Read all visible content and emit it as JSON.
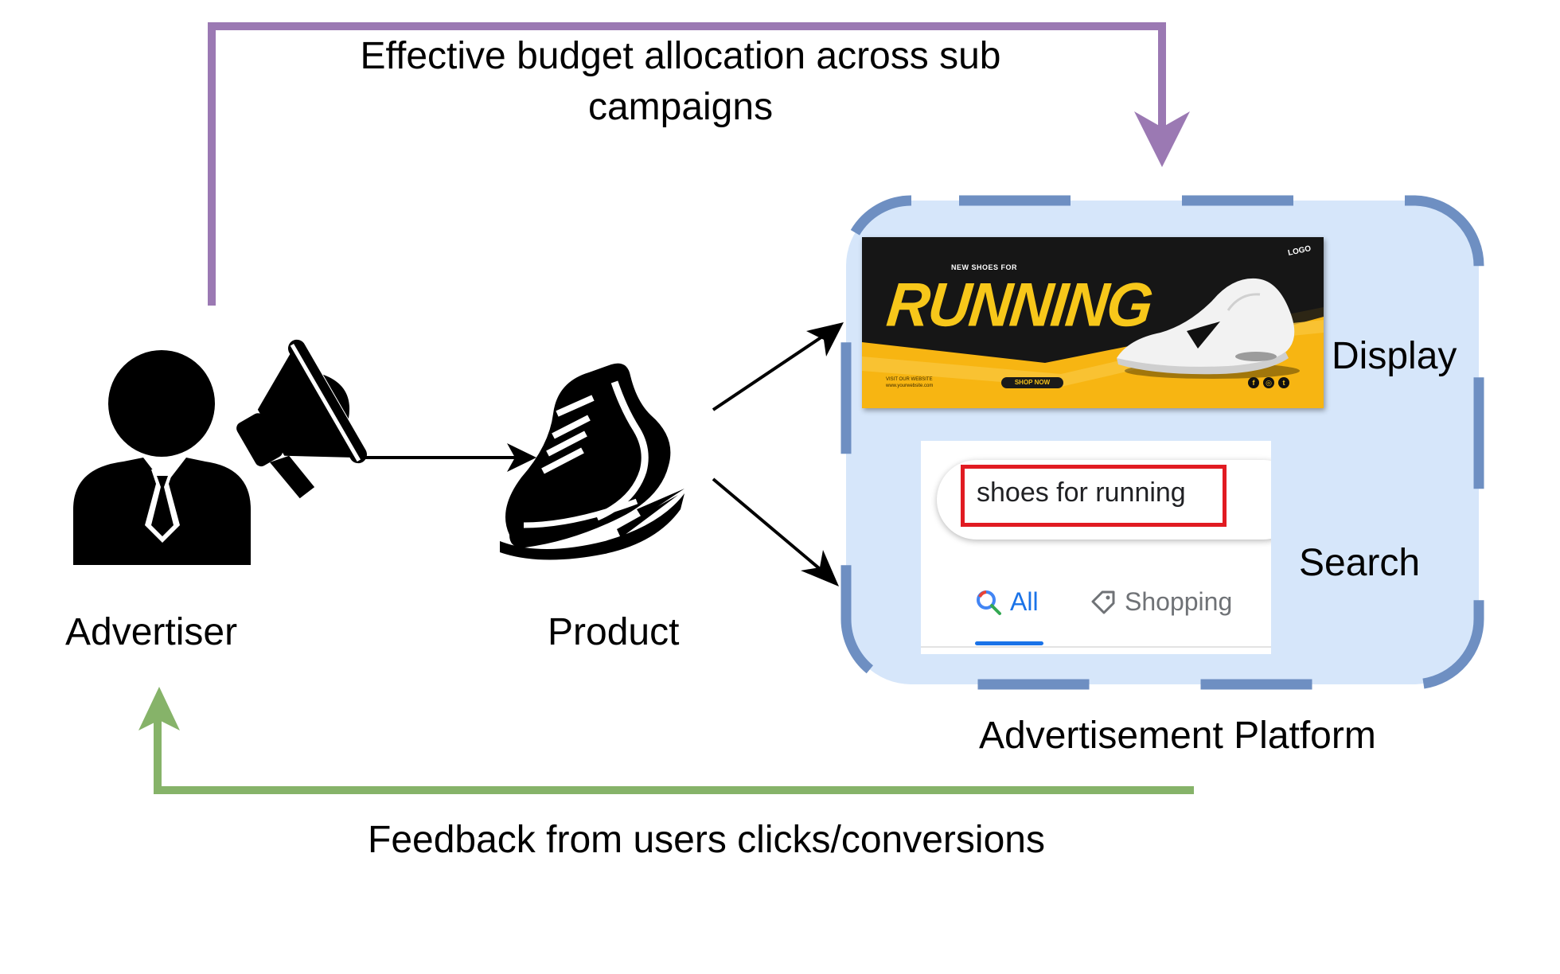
{
  "title_top": "Effective budget allocation across sub campaigns",
  "nodes": {
    "advertiser": "Advertiser",
    "product": "Product",
    "platform": "Advertisement Platform"
  },
  "channels": {
    "display": "Display",
    "search": "Search"
  },
  "feedback_label": "Feedback from users clicks/conversions",
  "display_ad": {
    "kicker": "NEW SHOES FOR",
    "headline": "RUNNING",
    "cta": "SHOP NOW",
    "logo": "LOGO",
    "site_line": "VISIT OUR WEBSITE",
    "site_url": "www.yourwebsite.com"
  },
  "search_ad": {
    "query": "shoes for running",
    "tab_all": "All",
    "tab_shopping": "Shopping"
  },
  "colors": {
    "budget_arrow": "#9b79b3",
    "feedback_arrow": "#86b369",
    "platform_fill": "#d6e6fa",
    "platform_border": "#6e8fc2",
    "banner_yellow": "#f7b512",
    "highlight_red": "#e11b22",
    "google_blue": "#1a73e8"
  }
}
